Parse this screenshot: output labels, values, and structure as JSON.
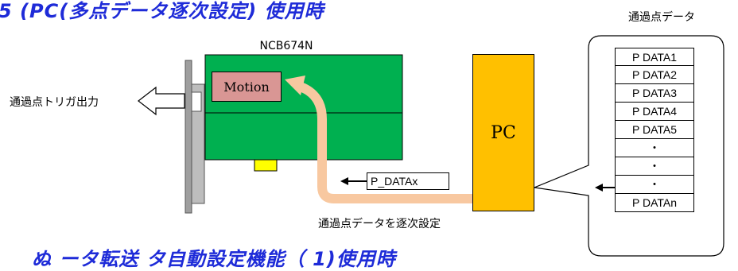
{
  "heading_top": "5 (PC(多点データ逐次設定) 使用時",
  "heading_bottom": "ぬ ータ転送 タ自動設定機能（ 1)使用時",
  "card": {
    "label": "NCB674N",
    "chip_label": "Motion"
  },
  "pc": {
    "label": "PC"
  },
  "trigger_output": {
    "label": "通過点トリガ出力"
  },
  "transfer": {
    "register_label": "P_DATAx",
    "caption": "通過点データを逐次設定"
  },
  "pass_point_data": {
    "title": "通過点データ",
    "rows": [
      "P DATA1",
      "P DATA2",
      "P DATA3",
      "P DATA4",
      "P DATA5",
      "・",
      "・",
      "・",
      "P DATAn"
    ]
  },
  "colors": {
    "heading": "#1e2bd8",
    "board": "#00b050",
    "motion_chip": "#d99694",
    "pc": "#ffc000",
    "flow_arrow": "#f8c8a0",
    "connector": "#ffff00"
  }
}
